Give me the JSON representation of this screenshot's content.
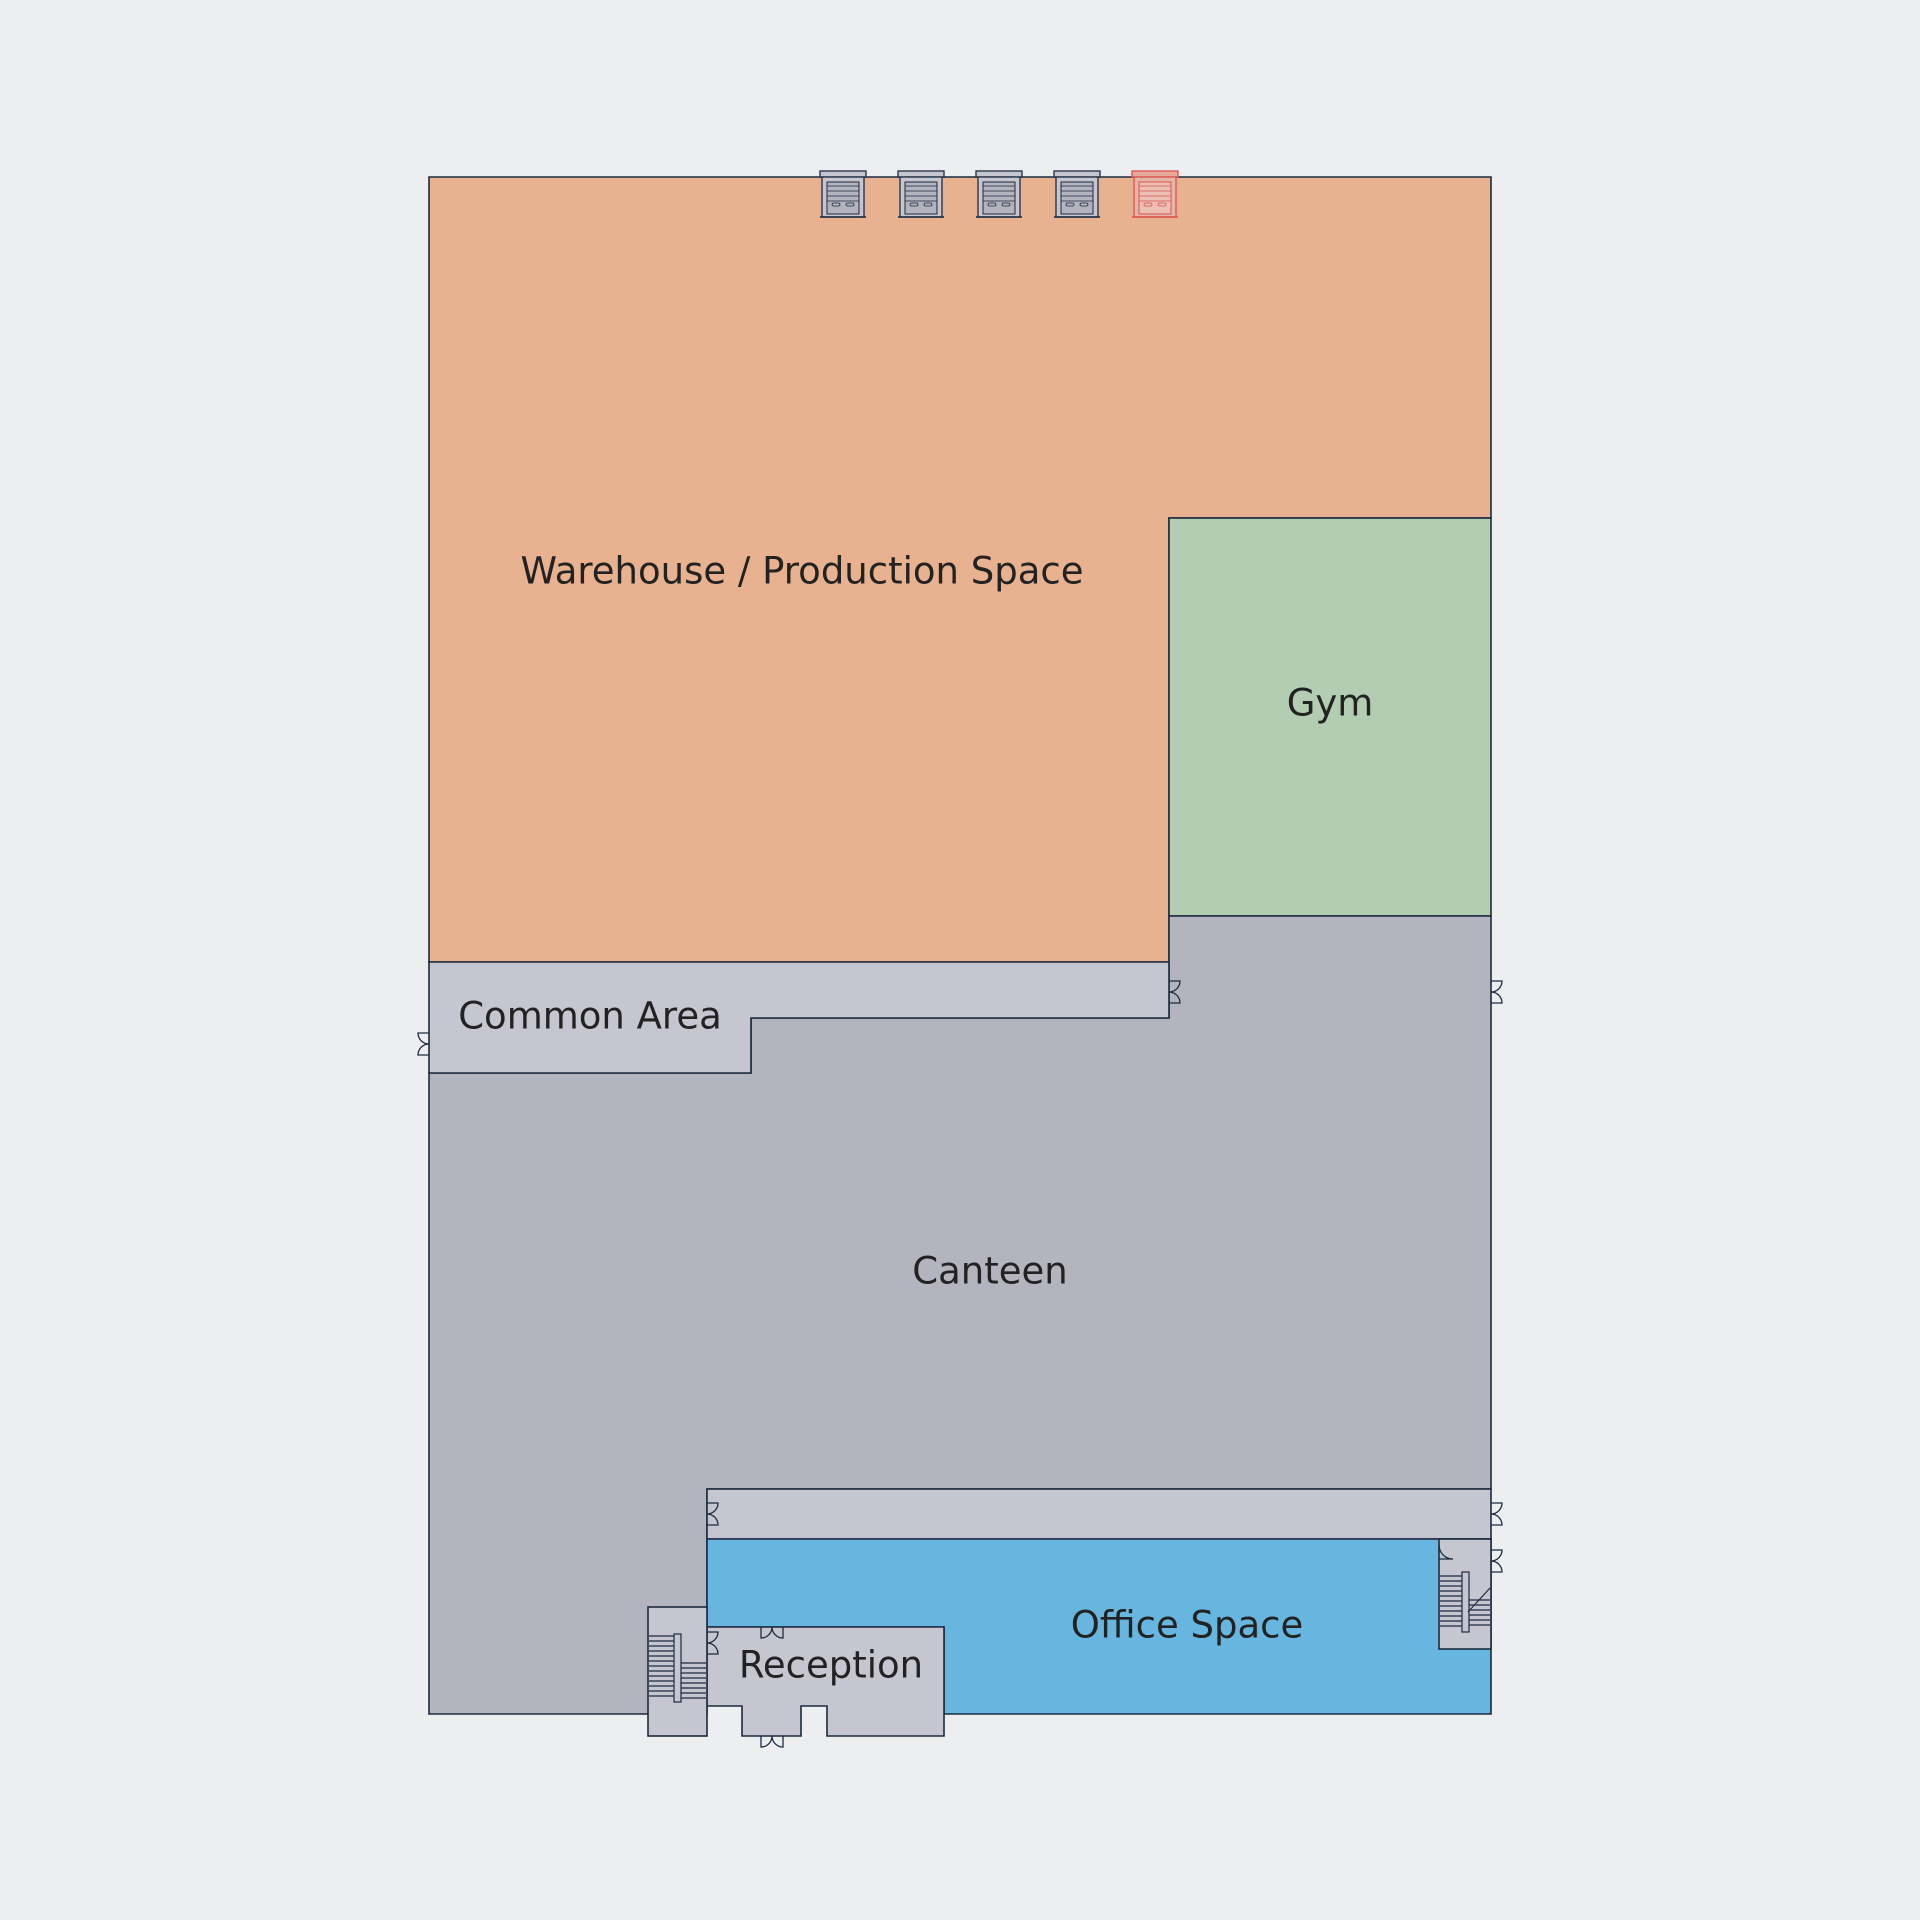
{
  "colors": {
    "background": "#eceef0",
    "warehouse": "#e8b18f",
    "gym": "#b3cdb2",
    "canteen": "#b3b4be",
    "circulation": "#c5c6d0",
    "office": "#67b6df",
    "outline": "#1c2b40",
    "loading_dock_highlight": "#d9534f"
  },
  "rooms": {
    "warehouse": "Warehouse / Production Space",
    "gym": "Gym",
    "common_area": "Common Area",
    "canteen": "Canteen",
    "office": "Office Space",
    "reception": "Reception"
  },
  "loading_docks": {
    "count": 5,
    "highlighted_index": 4
  },
  "icons": {
    "loading_dock": "garage-door-icon",
    "door": "door-swing-icon",
    "stairs": "stairs-icon"
  }
}
